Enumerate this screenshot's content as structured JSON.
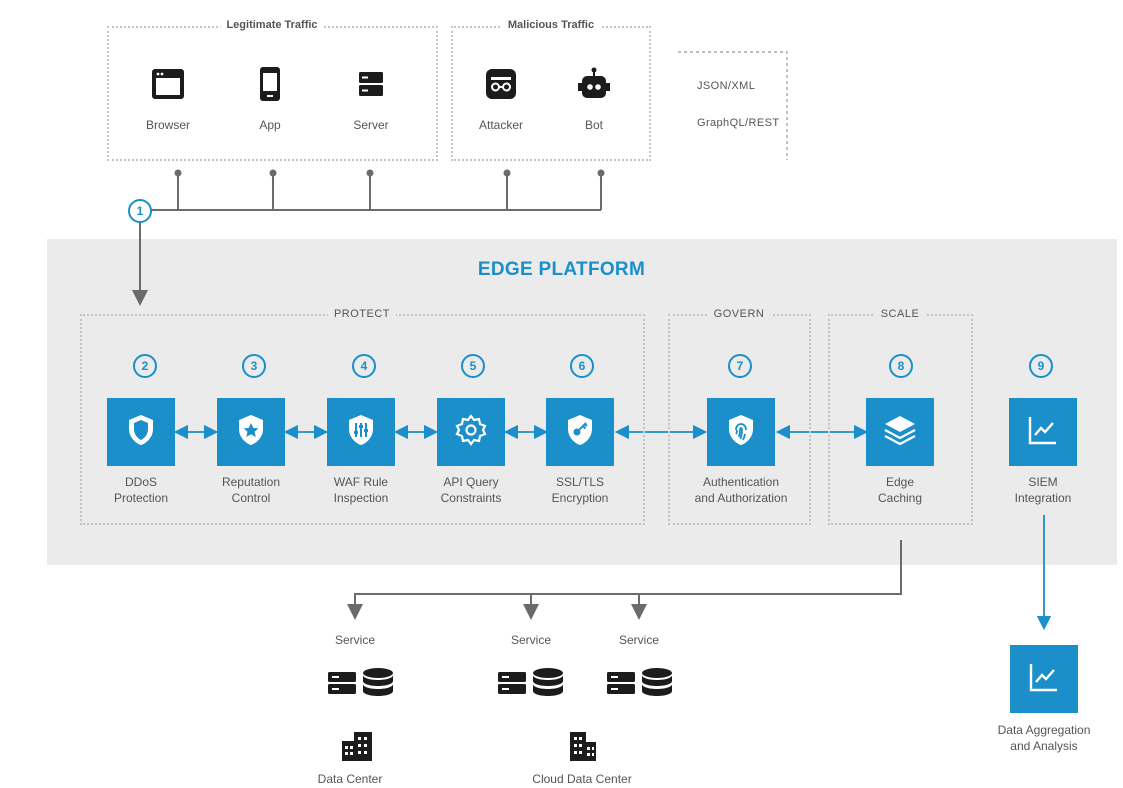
{
  "groups": {
    "legitimate_title": "Legitimate Traffic",
    "malicious_title": "Malicious Traffic"
  },
  "sources": {
    "browser": "Browser",
    "app": "App",
    "server": "Server",
    "attacker": "Attacker",
    "bot": "Bot"
  },
  "protocols": {
    "line1": "JSON/XML",
    "line2": "GraphQL/REST"
  },
  "platform": {
    "title": "EDGE PLATFORM",
    "sections": {
      "protect": "PROTECT",
      "govern": "GOVERN",
      "scale": "SCALE"
    }
  },
  "steps": [
    {
      "num": "1"
    },
    {
      "num": "2",
      "line1": "DDoS",
      "line2": "Protection",
      "icon": "shield-icon"
    },
    {
      "num": "3",
      "line1": "Reputation",
      "line2": "Control",
      "icon": "star-badge-icon"
    },
    {
      "num": "4",
      "line1": "WAF Rule",
      "line2": "Inspection",
      "icon": "filter-sliders-icon"
    },
    {
      "num": "5",
      "line1": "API Query",
      "line2": "Constraints",
      "icon": "gear-icon"
    },
    {
      "num": "6",
      "line1": "SSL/TLS",
      "line2": "Encryption",
      "icon": "key-shield-icon"
    },
    {
      "num": "7",
      "line1": "Authentication",
      "line2": "and Authorization",
      "icon": "fingerprint-icon"
    },
    {
      "num": "8",
      "line1": "Edge",
      "line2": "Caching",
      "icon": "layers-icon"
    },
    {
      "num": "9",
      "line1": "SIEM",
      "line2": "Integration",
      "icon": "chart-line-icon"
    }
  ],
  "backend": {
    "service_label": "Service",
    "data_center": "Data Center",
    "cloud_data_center": "Cloud Data Center"
  },
  "analysis": {
    "line1": "Data Aggregation",
    "line2": "and Analysis",
    "icon": "chart-line-icon"
  },
  "colors": {
    "accent": "#1a8fc9",
    "platform_bg": "#ebebeb",
    "connector": "#6b6b6b",
    "icon_dark": "#1c1c1c"
  }
}
